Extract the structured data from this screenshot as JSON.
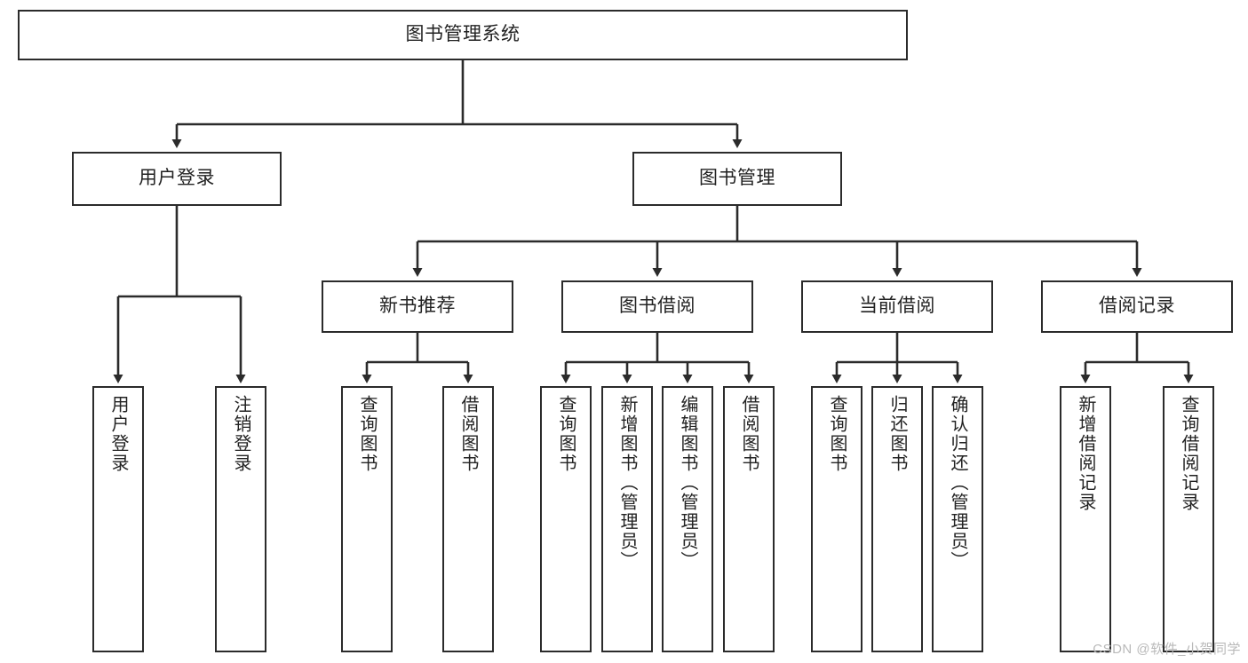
{
  "diagram": {
    "title": "图书管理系统",
    "type": "tree-hierarchy",
    "watermark": "CSDN @软件_小贺同学",
    "colors": {
      "stroke": "#2b2b2b",
      "fill": "#ffffff",
      "text": "#222222",
      "watermark": "#b9b9b9"
    },
    "nodes": {
      "root": {
        "label": "图书管理系统"
      },
      "level2": [
        {
          "label": "用户登录"
        },
        {
          "label": "图书管理"
        }
      ],
      "level3": [
        {
          "label": "新书推荐"
        },
        {
          "label": "图书借阅"
        },
        {
          "label": "当前借阅"
        },
        {
          "label": "借阅记录"
        }
      ],
      "leaves": {
        "user_login": [
          {
            "label": "用户登录"
          },
          {
            "label": "注销登录"
          }
        ],
        "new_book": [
          {
            "label": "查询图书"
          },
          {
            "label": "借阅图书"
          }
        ],
        "book_borrow": [
          {
            "label": "查询图书"
          },
          {
            "label": "新增图书（管理员）"
          },
          {
            "label": "编辑图书（管理员）"
          },
          {
            "label": "借阅图书"
          }
        ],
        "current_borrow": [
          {
            "label": "查询图书"
          },
          {
            "label": "归还图书"
          },
          {
            "label": "确认归还（管理员）"
          }
        ],
        "borrow_record": [
          {
            "label": "新增借阅记录"
          },
          {
            "label": "查询借阅记录"
          }
        ]
      }
    }
  }
}
